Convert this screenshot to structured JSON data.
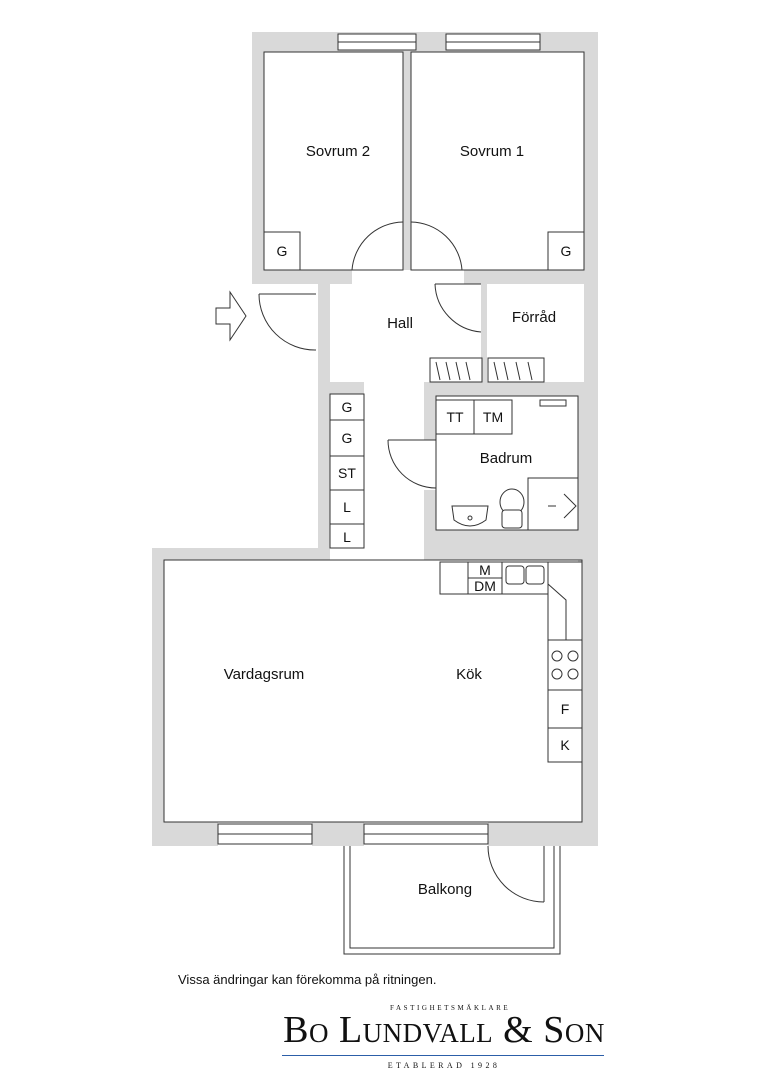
{
  "rooms": {
    "sovrum2": "Sovrum 2",
    "sovrum1": "Sovrum 1",
    "hall": "Hall",
    "forrad": "Förråd",
    "badrum": "Badrum",
    "vardagsrum": "Vardagsrum",
    "kok": "Kök",
    "balkong": "Balkong"
  },
  "fixtures": {
    "g_sov2": "G",
    "g_sov1": "G",
    "hall_g1": "G",
    "hall_g2": "G",
    "hall_st": "ST",
    "hall_l1": "L",
    "hall_l2": "L",
    "tt": "TT",
    "tm": "TM",
    "m": "M",
    "dm": "DM",
    "f": "F",
    "k": "K"
  },
  "note": "Vissa ändringar kan förekomma på ritningen.",
  "logo": {
    "tagline": "FASTIGHETSMÄKLARE",
    "name": "Bo Lundvall & Son",
    "established": "ETABLERAD 1928",
    "accent": "#2c5ea8"
  },
  "colors": {
    "wall": "#d9d9d9",
    "line": "#333333"
  }
}
